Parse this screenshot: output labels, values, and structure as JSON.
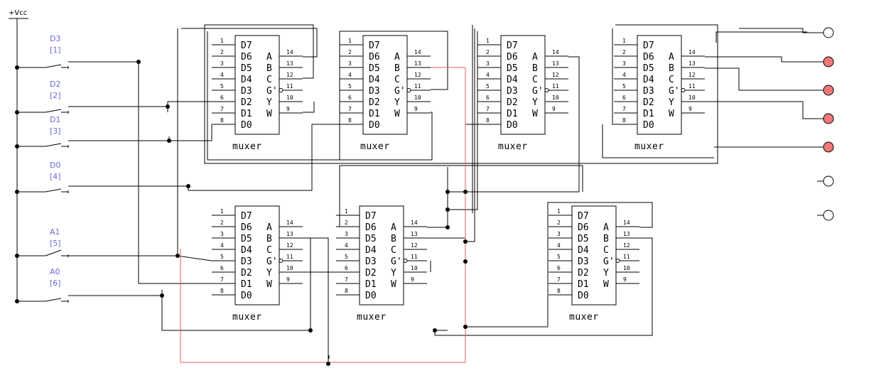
{
  "supply": {
    "label": "+Vcc"
  },
  "switches": [
    {
      "name": "D3",
      "key": "[1]"
    },
    {
      "name": "D2",
      "key": "[2]"
    },
    {
      "name": "D1",
      "key": "[3]"
    },
    {
      "name": "D0",
      "key": "[4]"
    },
    {
      "name": "A1",
      "key": "[5]"
    },
    {
      "name": "A0",
      "key": "[6]"
    }
  ],
  "mux": {
    "title": "muxer",
    "left_pins": [
      {
        "num": "1",
        "sig": "D7"
      },
      {
        "num": "2",
        "sig": "D6"
      },
      {
        "num": "3",
        "sig": "D5"
      },
      {
        "num": "4",
        "sig": "D4"
      },
      {
        "num": "5",
        "sig": "D3"
      },
      {
        "num": "6",
        "sig": "D2"
      },
      {
        "num": "7",
        "sig": "D1"
      },
      {
        "num": "8",
        "sig": "D0"
      }
    ],
    "right_pins": [
      {
        "num": "14",
        "sig": "A"
      },
      {
        "num": "13",
        "sig": "B"
      },
      {
        "num": "12",
        "sig": "C"
      },
      {
        "num": "11",
        "sig": "G'"
      },
      {
        "num": "10",
        "sig": "Y"
      },
      {
        "num": "9",
        "sig": "W"
      }
    ]
  },
  "probes": [
    {
      "state": "off",
      "color": "#ffffff"
    },
    {
      "state": "on",
      "color": "#f07878"
    },
    {
      "state": "on",
      "color": "#f07878"
    },
    {
      "state": "on",
      "color": "#f07878"
    },
    {
      "state": "on",
      "color": "#f07878"
    },
    {
      "state": "off",
      "color": "#ffffff"
    },
    {
      "state": "off",
      "color": "#ffffff"
    }
  ]
}
